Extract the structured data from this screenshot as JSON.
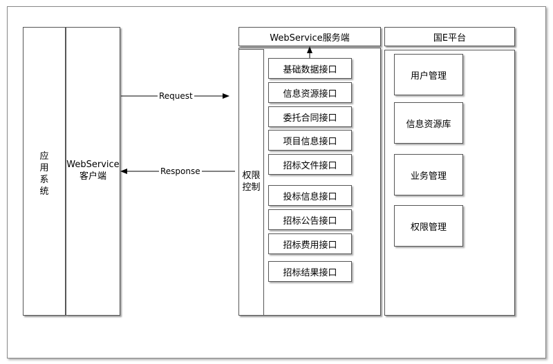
{
  "app_system": {
    "label_lines": [
      "应",
      "用",
      "系",
      "统"
    ]
  },
  "ws_client": {
    "line1": "WebService",
    "line2": "客户端"
  },
  "ws_server": {
    "title": "WebService服务端"
  },
  "auth": {
    "label_lines": [
      "权限",
      "控制"
    ]
  },
  "interfaces": [
    "基础数据接口",
    "信息资源接口",
    "委托合同接口",
    "项目信息接口",
    "招标文件接口",
    "投标信息接口",
    "招标公告接口",
    "招标费用接口",
    "招标结果接口"
  ],
  "platform": {
    "title": "国E平台"
  },
  "platform_modules": [
    "用户管理",
    "信息资源库",
    "业务管理",
    "权限管理"
  ],
  "arrows": {
    "request": "Request",
    "response": "Response"
  }
}
